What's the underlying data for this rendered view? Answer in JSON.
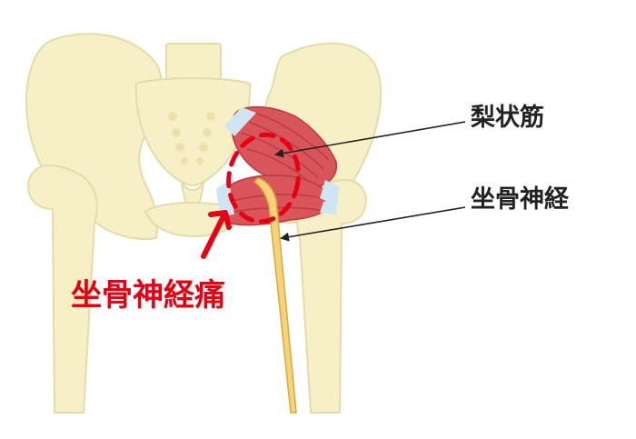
{
  "labels": {
    "piriformis": "梨状筋",
    "sciatic_nerve": "坐骨神経",
    "sciatica": "坐骨神経痛"
  },
  "colors": {
    "bone_fill": "#f7f0c6",
    "bone_stroke": "#e3dca8",
    "muscle": "#d9555a",
    "muscle_stripe": "#b83b42",
    "tendon": "#cfe6f2",
    "nerve_fill": "#f6d27a",
    "nerve_stroke": "#d9a93c",
    "label_text": "#222222",
    "accent_red": "#e60012",
    "pointer_line": "#222222"
  }
}
